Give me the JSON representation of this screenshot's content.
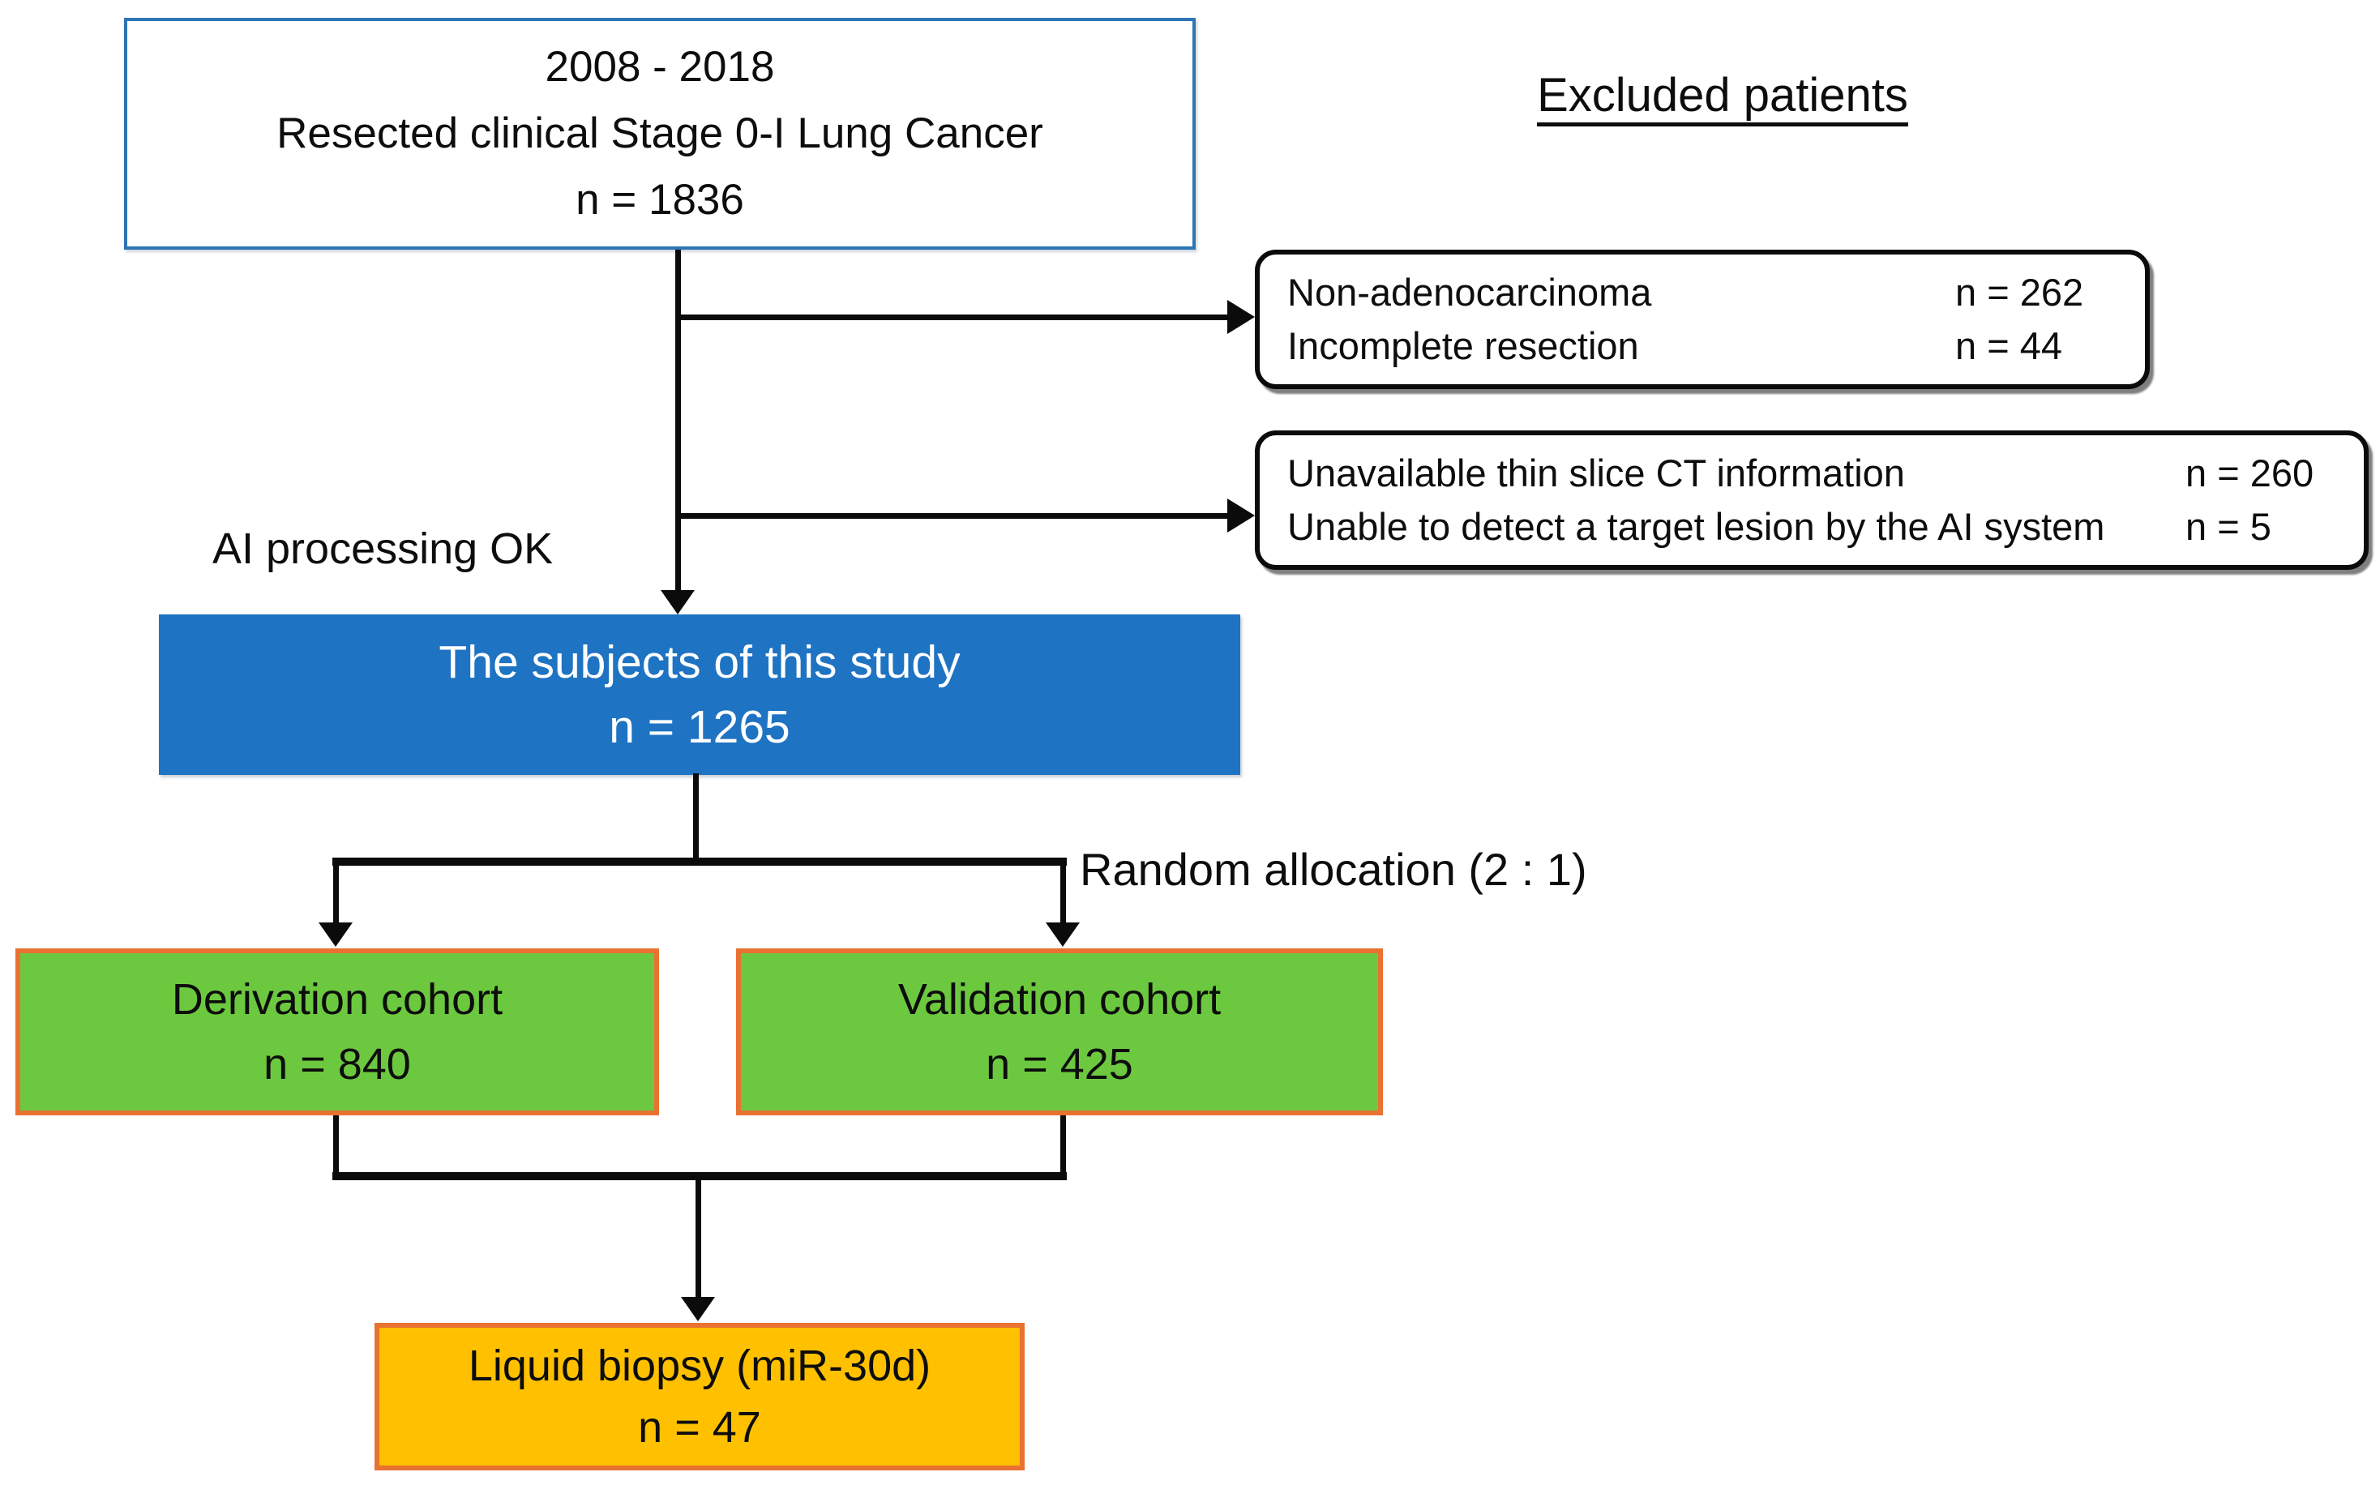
{
  "flow": {
    "enrollment_box": {
      "line1": "2008 - 2018",
      "line2": "Resected clinical Stage 0-I Lung Cancer",
      "line3": "n = 1836"
    },
    "excluded_heading": "Excluded patients",
    "exclusion_box_1": {
      "rows": [
        {
          "label": "Non-adenocarcinoma",
          "value": "n = 262"
        },
        {
          "label": "Incomplete resection",
          "value": "n = 44"
        }
      ]
    },
    "exclusion_box_2": {
      "rows": [
        {
          "label": "Unavailable thin slice CT information",
          "value": "n = 260"
        },
        {
          "label": "Unable to detect a target lesion by the AI system",
          "value": "n = 5"
        }
      ]
    },
    "ai_label": "AI processing OK",
    "subjects_box": {
      "line1": "The subjects of this study",
      "line2": "n = 1265"
    },
    "random_label": "Random allocation (2 : 1)",
    "derivation_box": {
      "line1": "Derivation cohort",
      "line2": "n = 840"
    },
    "validation_box": {
      "line1": "Validation cohort",
      "line2": "n = 425"
    },
    "biopsy_box": {
      "line1": "Liquid biopsy (miR-30d)",
      "line2": "n = 47"
    }
  },
  "colors": {
    "enrollment_border_blue": "#2E75B6",
    "subjects_fill_blue": "#1E73C3",
    "cohort_fill_green": "#6CC93F",
    "cohort_border_orange": "#E97132",
    "biopsy_fill_gold": "#FFC000",
    "connector_black": "#0B0B0B",
    "text_black": "#0D0D0D",
    "text_white": "#FFFFFF"
  }
}
